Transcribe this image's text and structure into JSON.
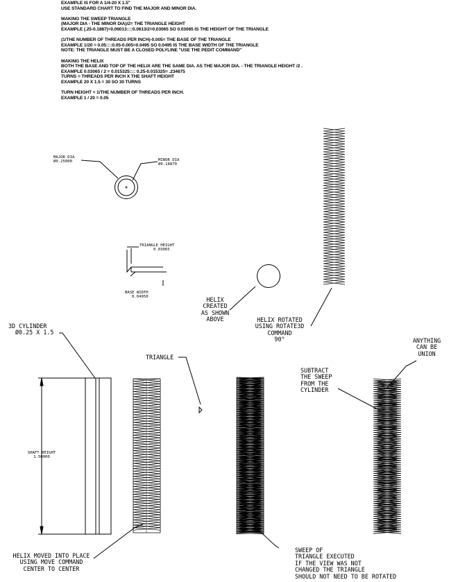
{
  "notes": [
    [
      "EXAMPLE IS FOR A 1/4-20 X 1.5\"",
      "USE STANDARD CHART TO FIND THE MAJOR AND MINOR DIA."
    ],
    [
      "MAKING THE SWEEP TRIANGLE",
      "(MAJOR DIA - THE MINOR DIA)/2= THE TRIANGLE HEIGHT",
      "EXAMPLE (.25-0.1887)=0.06013::::0.0613/2=0.03065 SO  0.03065 IS THE HEIGHT OF THE TRIANGLE"
    ],
    [
      "(1/THE NUMBER OF THREADS PER INCH)-0.005= THE BASE OF THE TRIANGLE",
      "EXAMPLE  1/20 = 0.05::::0.05-0.005=0.0495 SO 0.0495 IS THE BASE WIDTH OF THE TRIANGLE",
      "NOTE: THE TRIANGLE MUST BE A CLOSED POLYLINE \"USE THE PEDIT COMMAND\""
    ],
    [
      "MAKING THE HELIX",
      "BOTH THE BASE AND TOP OF THE HELIX ARE THE SAME DIA. AS THE MAJOR DIA. - THE TRIANGLE HEIGHT /2 .",
      "EXAMPLE 0.03065 / 2 = 0.015325:::: 0.25-0.015325= .234675",
      "TURNS = THREADS PER INCH X THE SHAFT HEIGHT",
      "EXAMPLE 20 X 1.5 = 30 SO 30 TURNS"
    ],
    [
      "TURN HEIGHT = 1/THE NUMBER OF THREADS PER INCH.",
      "EXAMPLE 1 / 20 = 0.05"
    ]
  ],
  "dims": {
    "major_dia": [
      "MAJOR DIA",
      "Ø0.25000"
    ],
    "minor_dia": [
      "MINOR DIA",
      "Ø0.18870"
    ],
    "triangle_height": [
      "TRIANGLE HEIGHT",
      "0.03065"
    ],
    "base_width": [
      "BASE WIDTH",
      "0.04950"
    ],
    "shaft_height": [
      "SHAFT HEIGHT",
      "1.50000"
    ]
  },
  "labels": {
    "helix_created": [
      "HELIX",
      "CREATED",
      "AS SHOWN",
      "ABOVE"
    ],
    "helix_rotated": [
      "HELIX ROTATED",
      "USING ROTATE3D",
      "COMMAND",
      "90°"
    ],
    "cylinder": [
      "3D CYLINDER",
      "Ø0.25 X 1.5"
    ],
    "triangle": [
      "TRIANGLE"
    ],
    "subtract": [
      "SUBTRACT",
      "THE SWEEP",
      "FROM THE",
      "CYLINDER"
    ],
    "anything": [
      "ANYTHING",
      "CAN BE",
      "UNION"
    ],
    "helix_moved": [
      "HELIX MOVED INTO PLACE",
      "USING MOVE COMMAND",
      "CENTER TO CENTER"
    ],
    "sweep_executed": [
      "SWEEP OF",
      "TRIANGLE EXECUTED",
      "IF THE VIEW WAS NOT",
      "CHANGED THE TRIANGLE",
      "SHOULD NOT NEED TO BE ROTATED"
    ]
  }
}
